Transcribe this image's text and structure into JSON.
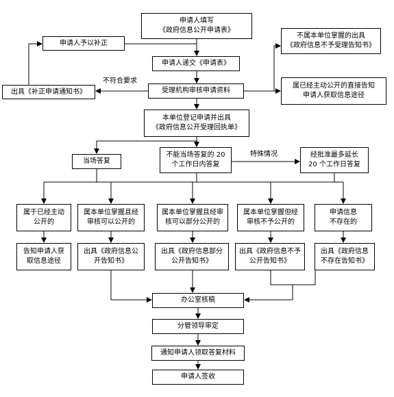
{
  "nodes": {
    "apply_fill": [
      "申请人填写",
      "《政府信息公开申请表》"
    ],
    "supplement": [
      "申请人予以补正"
    ],
    "not_unit": [
      "不属本单位掌握的出具",
      "《政府信息不予受理告知书》"
    ],
    "submit": [
      "申请人递交《申请表》"
    ],
    "issue_correction": [
      "出具《补正申请通知书》"
    ],
    "review": [
      "受理机构审核申请资料"
    ],
    "already_public": [
      "属已经主动公开的直接告知",
      "申请人获取信息途径"
    ],
    "register": [
      "本单位登记申请并出具",
      "《政府信息公开受理回执单》"
    ],
    "onsite": [
      "当场答复"
    ],
    "within20": [
      "不能当场答复的 20",
      "个工作日内答复"
    ],
    "extended": [
      "经批准最多延长",
      "20 个工作日答复"
    ],
    "cat1": [
      "属于已经主动",
      "公开的"
    ],
    "cat2": [
      "属本单位掌握且经",
      "审核可以公开的"
    ],
    "cat3": [
      "属本单位掌握且经审",
      "核可以部分公开的"
    ],
    "cat4": [
      "属本单位掌握但经",
      "审核不予公开的"
    ],
    "cat5": [
      "申请信息",
      "不存在的"
    ],
    "out1": [
      "告知申请人获",
      "取信息途径"
    ],
    "out2": [
      "出具《政府信息公",
      "开告知书》"
    ],
    "out3": [
      "出具《政府信息部分",
      "公开告知书》"
    ],
    "out4": [
      "出具《政府信息不予",
      "公开告知书》"
    ],
    "out5": [
      "出具《政府信息",
      "不存在告知书》"
    ],
    "office": [
      "办公室核稿"
    ],
    "leader": [
      "分管领导审定"
    ],
    "notify": [
      "通知申请人领取答复材料"
    ],
    "sign": [
      "申请人签收"
    ]
  },
  "edge_labels": {
    "not_compliant": "不符合要求",
    "special": "特殊情况"
  }
}
